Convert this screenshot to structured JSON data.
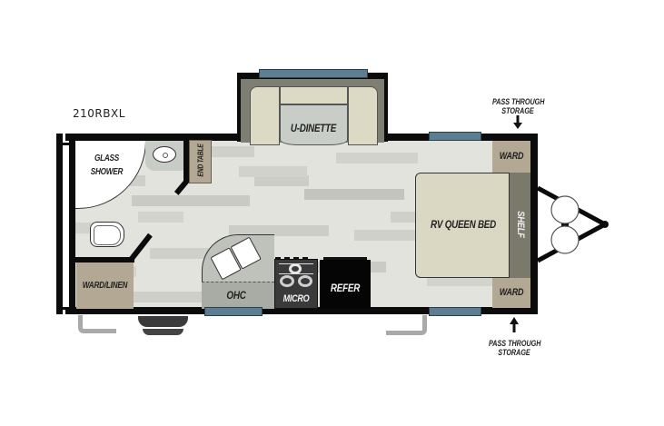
{
  "floorplan": {
    "model": "210RBXL",
    "rooms": {
      "glass_shower": "GLASS\nSHOWER",
      "end_table": "END TABLE",
      "u_dinette": "U-DINETTE",
      "ward_linen": "WARD/LINEN",
      "ohc": "OHC",
      "micro": "MICRO",
      "refer": "REFER",
      "rv_queen_bed": "RV QUEEN BED",
      "shelf": "SHELF",
      "ward_top": "WARD",
      "ward_bottom": "WARD"
    },
    "annotations": {
      "pass_through_top_line1": "PASS THROUGH",
      "pass_through_top_line2": "STORAGE",
      "pass_through_bottom_line1": "PASS THROUGH",
      "pass_through_bottom_line2": "STORAGE"
    },
    "colors": {
      "wall": "#0b0b0b",
      "window": "#5d7e92",
      "floor": "#e3e3dd",
      "wardrobe": "#b3a894",
      "bed": "#dad7c3",
      "shelf": "#7a7a6c",
      "dinette_seat": "#dcd9c5",
      "dinette_table": "#c9cdc7"
    }
  }
}
